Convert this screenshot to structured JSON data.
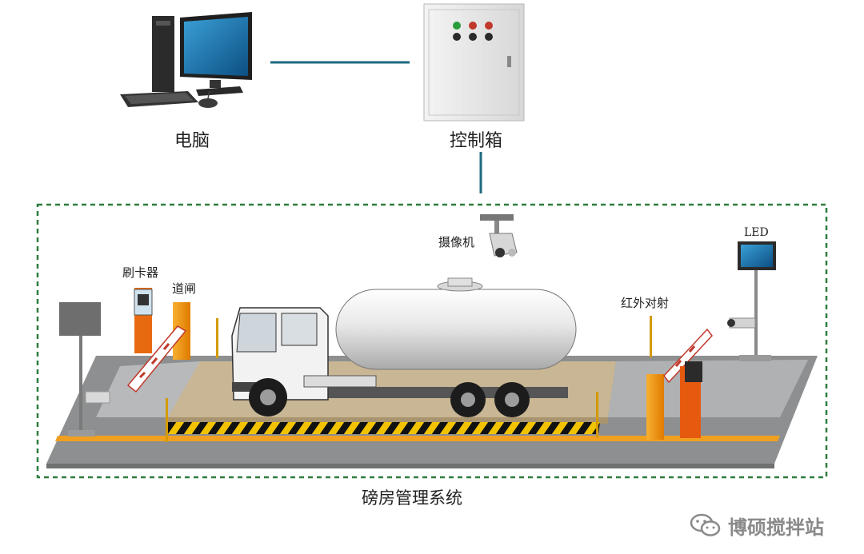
{
  "labels": {
    "computer": "电脑",
    "control_box": "控制箱",
    "camera_top": "摄像机",
    "card_reader": "刷卡器",
    "barrier_gate": "道闸",
    "infrared": "红外对射",
    "led": "LED",
    "system": "磅房管理系统"
  },
  "watermark": {
    "text": "博硕搅拌站",
    "icon": "wechat-icon"
  },
  "colors": {
    "frame_dashed": "#2e7d3e",
    "link_line": "#1e6a80",
    "road": "#8d8f90",
    "scale_platform": "#c9b695",
    "warning_stripe": "#f2c300",
    "curb": "#f0a020",
    "barrier": "#f08a10",
    "tank": "#e4e4e4"
  }
}
